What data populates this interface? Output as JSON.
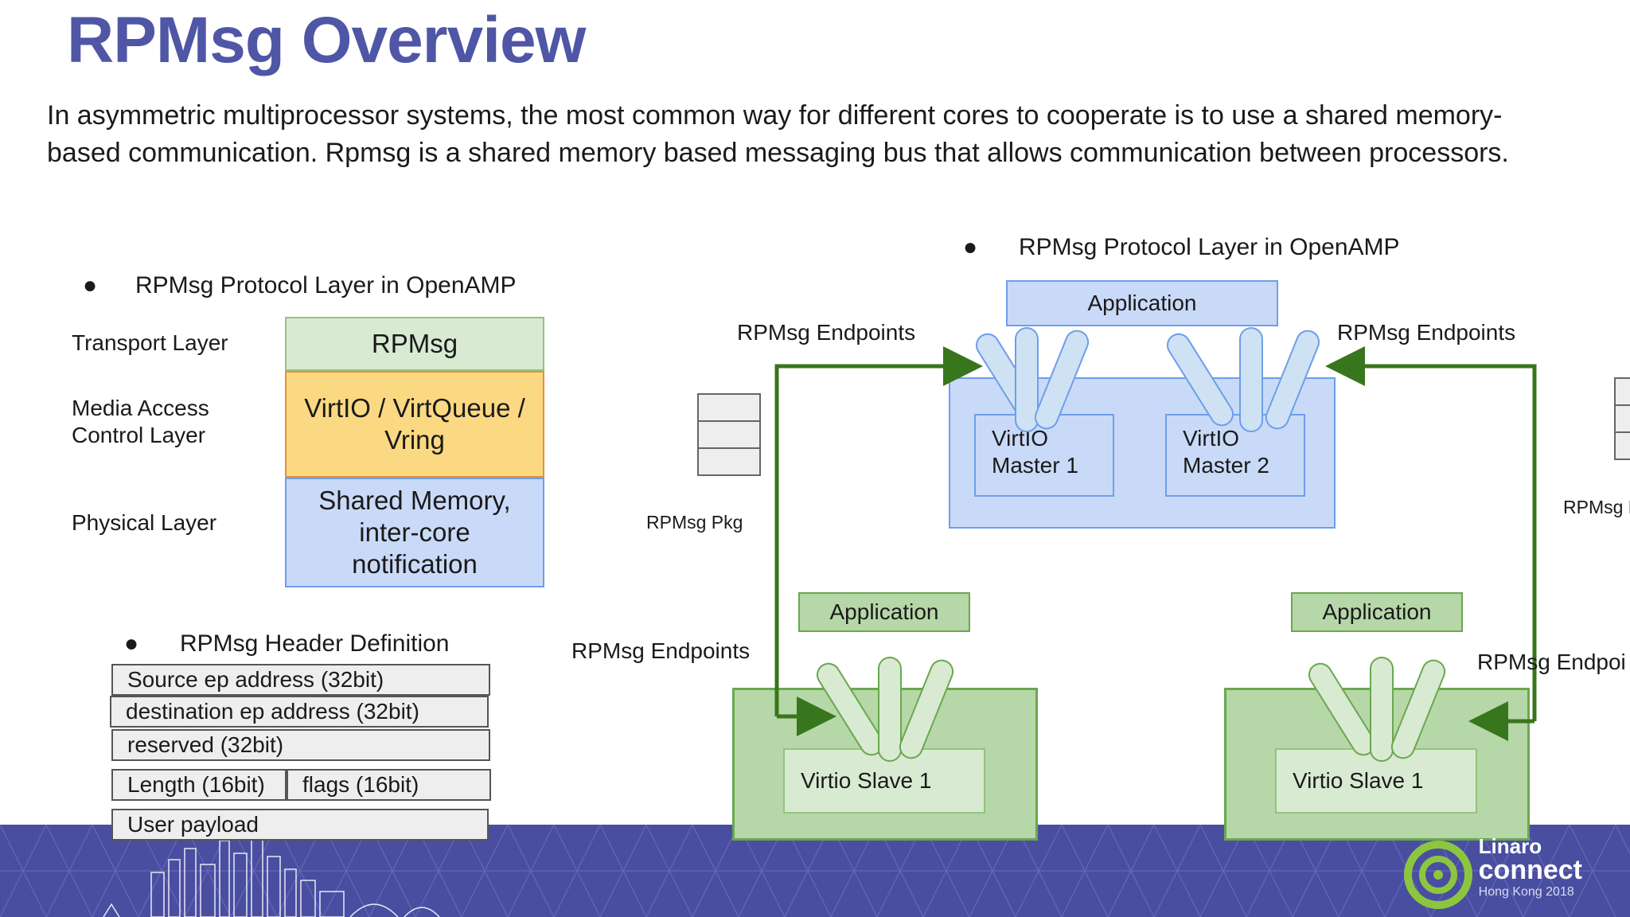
{
  "slide": {
    "title": "RPMsg Overview",
    "intro": "In asymmetric multiprocessor systems, the most common way for different cores to cooperate is to use a shared memory-based communication.  Rpmsg is a shared memory based messaging bus that allows communication between processors."
  },
  "left_panel": {
    "bullet": "RPMsg Protocol Layer in OpenAMP",
    "layers": [
      {
        "label": "Transport Layer",
        "box": "RPMsg",
        "color": "#d9ead3"
      },
      {
        "label": "Media Access\nControl  Layer",
        "box": "VirtIO / VirtQueue / Vring",
        "color": "#fbd982"
      },
      {
        "label": "Physical Layer",
        "box": "Shared Memory, inter-core notification",
        "color": "#c9daf8"
      }
    ]
  },
  "header_def": {
    "bullet": "RPMsg  Header Definition",
    "rows": [
      "Source ep address (32bit)",
      "destination ep address (32bit)",
      "reserved (32bit)"
    ],
    "length": "Length (16bit)",
    "flags": "flags (16bit)",
    "payload": "User payload"
  },
  "right_panel": {
    "bullet": "RPMsg Protocol Layer in OpenAMP",
    "pkg_label": "RPMsg Pkg",
    "pkg_label_cut": "RPMsg P",
    "endpoints_left_top": "RPMsg Endpoints",
    "endpoints_right_top": "RPMsg Endpoints",
    "endpoints_left_bottom": "RPMsg Endpoints",
    "endpoints_right_bottom": "RPMsg Endpoi",
    "master_app": "Application",
    "master1": "VirtIO\nMaster 1",
    "master2": "VirtIO\nMaster 2",
    "slave_left_app": "Application",
    "slave_left": "Virtio Slave 1",
    "slave_right_app": "Application",
    "slave_right": "Virtio Slave 1"
  },
  "footer": {
    "brand_top": "Linaro",
    "brand_main": "connect",
    "brand_sub": "Hong Kong 2018"
  },
  "colors": {
    "title": "#4f56a6",
    "arrow": "#38761d",
    "blue_fill": "#c9daf8",
    "green_fill": "#b6d7a8",
    "footer": "#4a4ea1"
  }
}
